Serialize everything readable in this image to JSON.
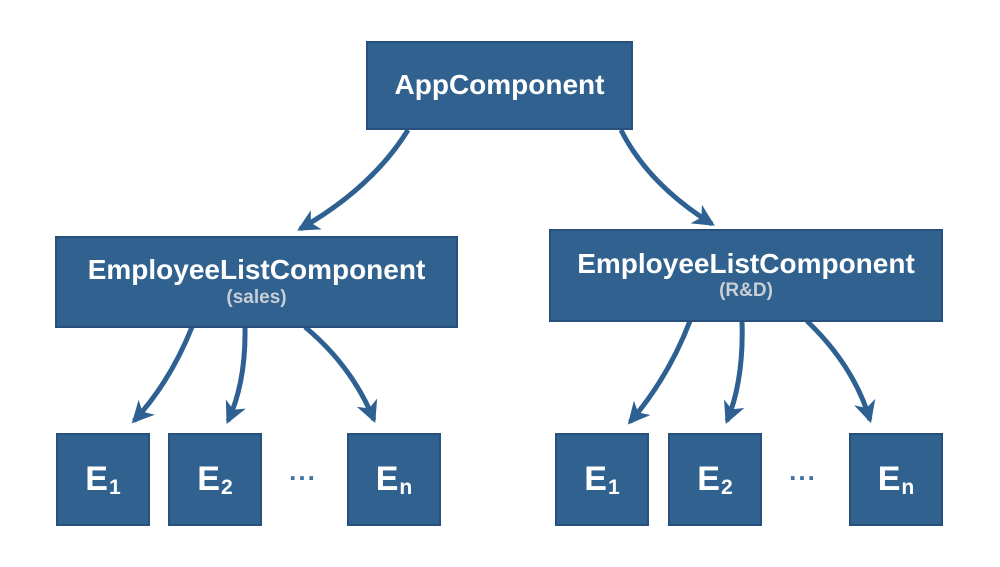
{
  "diagram": {
    "root": {
      "label": "AppComponent"
    },
    "groups": [
      {
        "label": "EmployeeListComponent",
        "sublabel": "(sales)",
        "ellipsis": "...",
        "children": [
          {
            "base": "E",
            "sub": "1"
          },
          {
            "base": "E",
            "sub": "2"
          },
          {
            "base": "E",
            "sub": "n"
          }
        ]
      },
      {
        "label": "EmployeeListComponent",
        "sublabel": "(R&D)",
        "ellipsis": "...",
        "children": [
          {
            "base": "E",
            "sub": "1"
          },
          {
            "base": "E",
            "sub": "2"
          },
          {
            "base": "E",
            "sub": "n"
          }
        ]
      }
    ]
  },
  "colors": {
    "box_fill": "#31628f",
    "box_border": "#27517c",
    "arrow": "#2e6191",
    "label_text": "#ffffff",
    "sublabel_text": "#c8cfd6",
    "ellipsis_text": "#40739f",
    "background": "#ffffff"
  }
}
